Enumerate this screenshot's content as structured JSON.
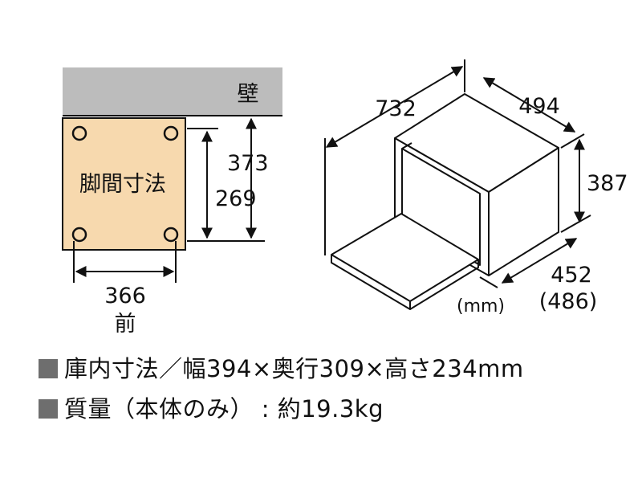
{
  "colors": {
    "wall": "#bcbcbc",
    "floor_area": "#f7d9ae",
    "bullet": "#6e6e6e",
    "line": "#111111"
  },
  "left_diagram": {
    "wall_label": "壁",
    "area_label": "脚間寸法",
    "dim_width": "366",
    "dim_inner_depth": "269",
    "dim_outer_depth": "373",
    "front_label": "前"
  },
  "right_diagram": {
    "dim_width": "732",
    "dim_side_depth": "494",
    "dim_height": "387",
    "dim_depth": "452",
    "dim_depth_open": "(486)",
    "unit_label": "(mm)"
  },
  "specs": [
    {
      "bullet_icon": "square-bullet",
      "text": "庫内寸法／幅394×奥行309×高さ234mm"
    },
    {
      "bullet_icon": "square-bullet",
      "text": "質量（本体のみ） : 約19.3kg"
    }
  ]
}
